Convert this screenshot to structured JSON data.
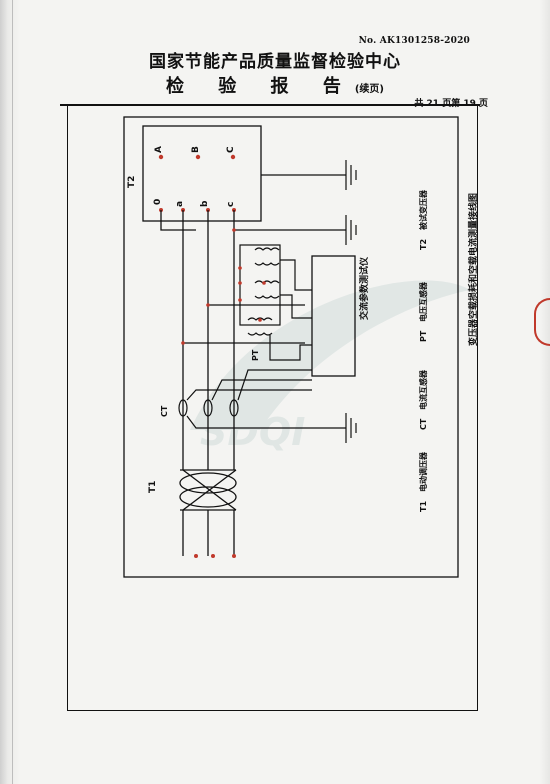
{
  "header": {
    "doc_no": "No. AK1301258-2020",
    "title": "国家节能产品质量监督检验中心",
    "subtitle": "检 验 报 告",
    "subtitle_note": "(续页)",
    "page_info": "共 21 页第 19 页"
  },
  "diagram": {
    "t2_terminals_top": [
      "A",
      "B",
      "C"
    ],
    "t2_terminals_bottom": [
      "0",
      "a",
      "b",
      "c"
    ],
    "labels": {
      "t2": "T2",
      "t1": "T1",
      "ct": "CT",
      "pt": "PT",
      "instrument": "交流参数测试仪",
      "caption": "变压器空载损耗和空载电流测量接线图"
    },
    "legend": [
      {
        "code": "T1",
        "text": "电动调压器"
      },
      {
        "code": "CT",
        "text": "电流互感器"
      },
      {
        "code": "PT",
        "text": "电压互感器"
      },
      {
        "code": "T2",
        "text": "被试变压器"
      }
    ]
  },
  "watermark": "SDQI"
}
